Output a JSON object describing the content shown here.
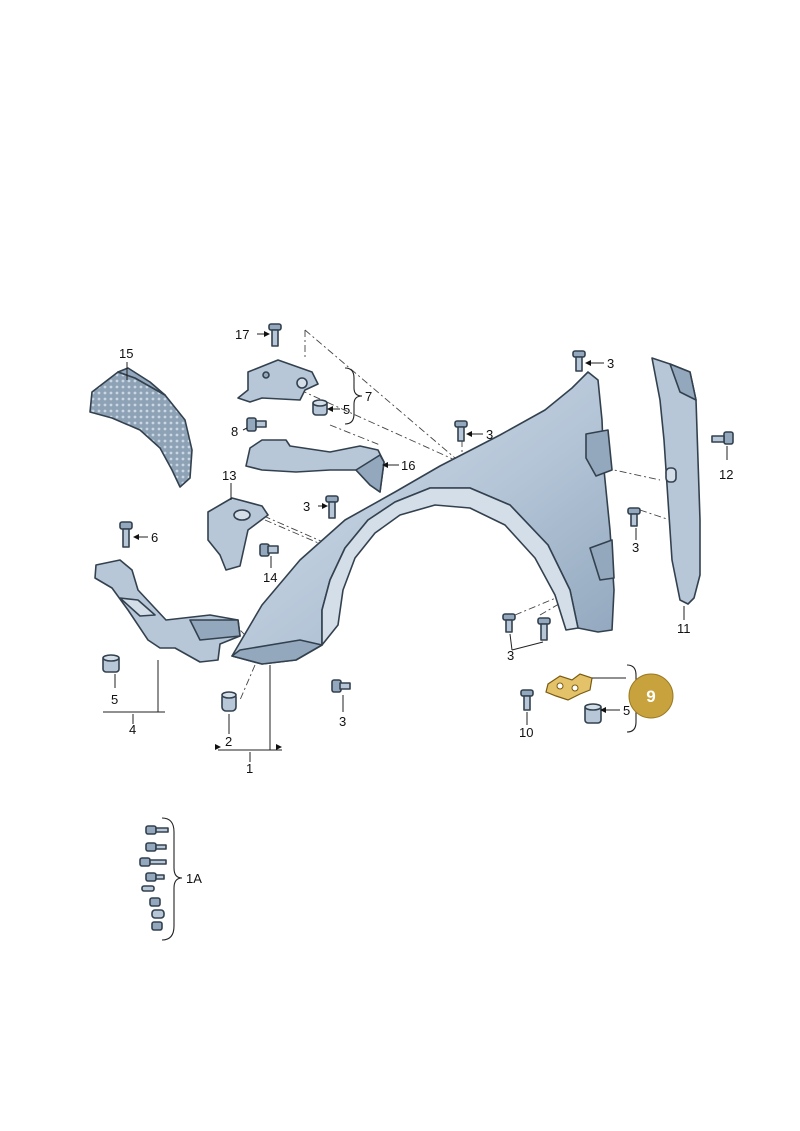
{
  "labels": {
    "p1": "1",
    "p1a": "1A",
    "p2": "2",
    "p3a": "3",
    "p3b": "3",
    "p3c": "3",
    "p3d": "3",
    "p3e": "3",
    "p3f": "3",
    "p4": "4",
    "p5a": "5",
    "p5b": "5",
    "p5c": "5",
    "p6": "6",
    "p7": "7",
    "p8": "8",
    "p10": "10",
    "p11": "11",
    "p12": "12",
    "p13": "13",
    "p14": "14",
    "p15": "15",
    "p16": "16",
    "p17": "17"
  },
  "highlight": {
    "label": "9",
    "color": "#c8a23c"
  },
  "colors": {
    "part_fill": "#b7c7d8",
    "part_outline": "#33414f",
    "highlight_part": "#c8a23c"
  }
}
